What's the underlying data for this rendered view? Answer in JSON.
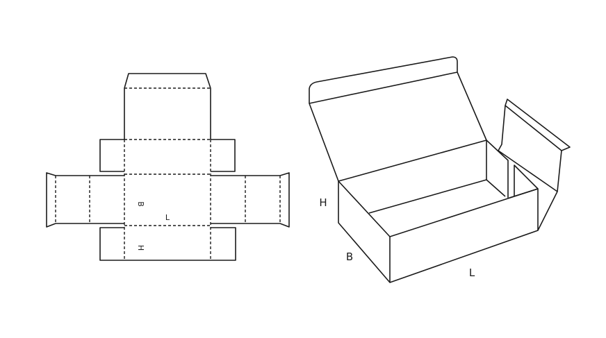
{
  "dieline": {
    "label_b": "B",
    "label_l": "L",
    "label_h": "H"
  },
  "box3d": {
    "label_h": "H",
    "label_b": "B",
    "label_l": "L"
  }
}
